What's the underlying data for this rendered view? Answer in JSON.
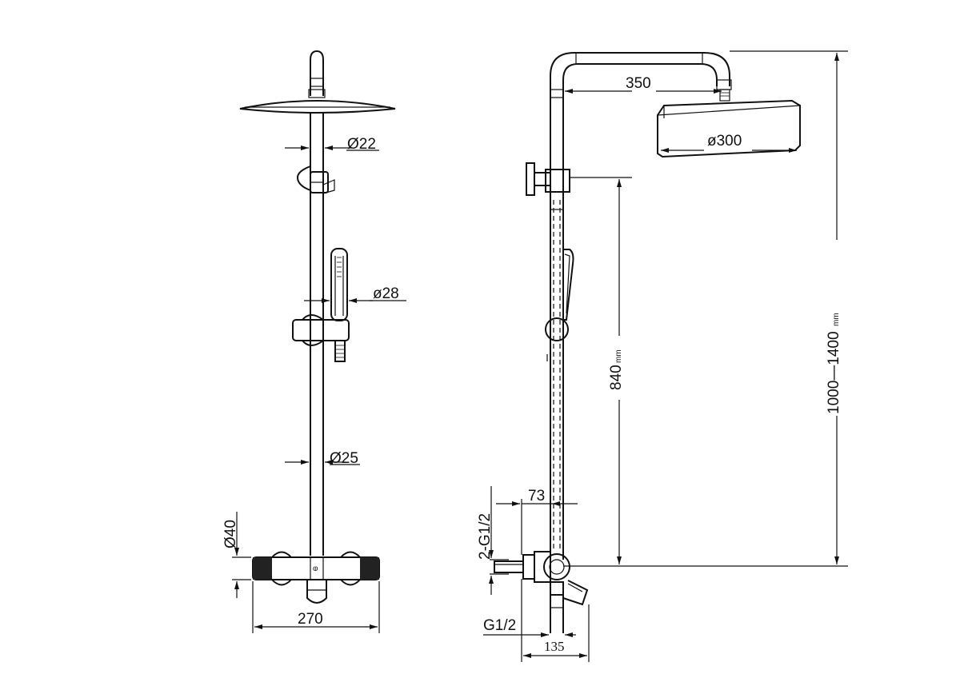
{
  "front_view": {
    "dim_rod_top": "Ø22",
    "dim_handshower": "ø28",
    "dim_rod_bottom": "Ø25",
    "dim_mixer_height": "Ø40",
    "dim_mixer_width": "270"
  },
  "side_view": {
    "dim_arm_length": "350",
    "dim_head_diameter": "ø300",
    "dim_slider_height": "840",
    "dim_slider_height_unit": "mm",
    "dim_total_height": "1000—1400",
    "dim_total_height_unit": "mm",
    "dim_offset": "73",
    "dim_inlet_label": "2-G1/2",
    "dim_outlet_label": "G1/2",
    "dim_depth": "135"
  }
}
